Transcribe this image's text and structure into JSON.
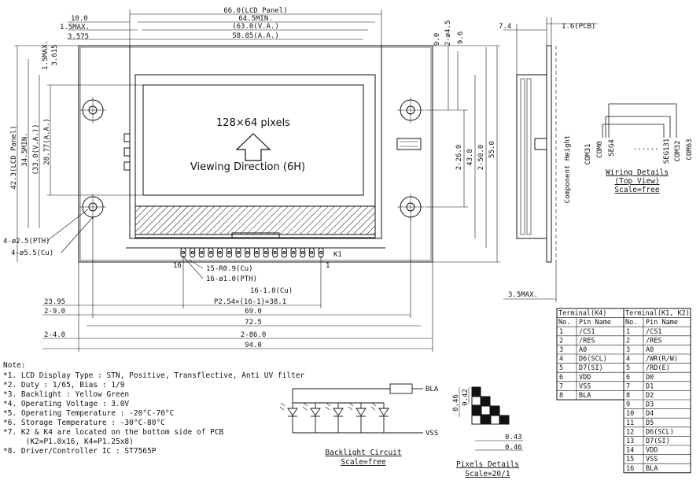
{
  "panel": {
    "top_dims": [
      "66.0(LCD Panel)",
      "64.5MIN.",
      "(63.0(V.A.)",
      "58.85(A.A.)"
    ],
    "top_left": [
      "10.0",
      "1.5MAX.",
      "3.575"
    ],
    "left_small": [
      "1.5MAX.",
      "3.615"
    ],
    "left_dims": [
      "42.3(LCD Panel)",
      "34.5MIN.",
      "(33.0(V.A.))",
      "28.77(A.A.)"
    ],
    "right_small": [
      "9.0",
      "2-ø4.5",
      "9.6"
    ],
    "right_dims": [
      "2-26.0",
      "43.8",
      "2-50.0",
      "55.0"
    ],
    "display_text": "128×64 pixels",
    "viewing_text": "Viewing Direction (6H)",
    "hole_pth": "4-ø2.5(PTH)",
    "hole_cu": "4-ø5.5(Cu)",
    "pin_left": "16",
    "pin_right": "1",
    "k1": "K1",
    "pin_labels": [
      "15-R0.9(Cu)",
      "16-ø1.0(PTH)",
      "16-1.8(Cu)"
    ],
    "bottom_dims": [
      "23.95",
      "P2.54×(16-1)=38.1",
      "2-9.0",
      "69.0",
      "72.5",
      "2-4.0",
      "2-86.0",
      "94.0"
    ]
  },
  "side": {
    "dims": [
      "7.4",
      "1.6(PCB)",
      "3.5MAX."
    ],
    "component_height": "Component Height"
  },
  "wiring": {
    "labels": [
      "COM31",
      "COM0",
      "SEG4",
      "......",
      "SEG131",
      "COM32",
      "COM63"
    ],
    "title": "Wiring Details",
    "subtitle": "(Top View)",
    "scale": "Scale=free"
  },
  "notes": {
    "header": "Note:",
    "lines": [
      "*1. LCD Display Type : STN, Positive, Transflective, Anti UV filter",
      "*2. Duty : 1/65, Bias : 1/9",
      "*3. Backlight : Yellow Green",
      "*4. Operating Voltage : 3.0V",
      "*5. Operating Temperature : -20°C-70°C",
      "*6. Storage Temperature : -30°C-80°C",
      "*7. K2 & K4 are located on the bottom side of PCB",
      "     (K2=P1.0x16, K4=P1.25x8)",
      "*8. Driver/Controller IC : ST7565P"
    ]
  },
  "backlight": {
    "bla": "BLA",
    "vss": "VSS",
    "title": "Backlight Circuit",
    "scale": "Scale=free"
  },
  "pixels": {
    "dims": [
      "0.46",
      "0.42",
      "0.43",
      "0.46"
    ],
    "title": "Pixels Details",
    "scale": "Scale=20/1"
  },
  "table_k4": {
    "title": "Terminal(K4)",
    "headers": [
      "No.",
      "Pin Name"
    ],
    "rows": [
      [
        "1",
        "/CS1"
      ],
      [
        "2",
        "/RES"
      ],
      [
        "3",
        "A0"
      ],
      [
        "4",
        "D6(SCL)"
      ],
      [
        "5",
        "D7(SI)"
      ],
      [
        "6",
        "VDD"
      ],
      [
        "7",
        "VSS"
      ],
      [
        "8",
        "BLA"
      ]
    ]
  },
  "table_k12": {
    "title": "Terminal(K1, K2)",
    "headers": [
      "No.",
      "Pin Name"
    ],
    "rows": [
      [
        "1",
        "/CS1"
      ],
      [
        "2",
        "/RES"
      ],
      [
        "3",
        "A0"
      ],
      [
        "4",
        "/WR(R/W)"
      ],
      [
        "5",
        "/RD(E)"
      ],
      [
        "6",
        "D0"
      ],
      [
        "7",
        "D1"
      ],
      [
        "8",
        "D2"
      ],
      [
        "9",
        "D3"
      ],
      [
        "10",
        "D4"
      ],
      [
        "11",
        "D5"
      ],
      [
        "12",
        "D6(SCL)"
      ],
      [
        "13",
        "D7(SI)"
      ],
      [
        "14",
        "VDD"
      ],
      [
        "15",
        "VSS"
      ],
      [
        "16",
        "BLA"
      ]
    ]
  }
}
